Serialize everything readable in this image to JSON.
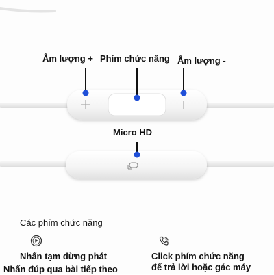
{
  "labels": {
    "vol_plus": "Âm lượng +",
    "function_key": "Phím chức năng",
    "vol_minus": "Âm lượng -",
    "micro": "Micro HD"
  },
  "features": {
    "title": "Các phím chức năng",
    "play_pause": "Nhấn tạm dừng phát",
    "next_track": "Nhấn đúp qua bài tiếp theo",
    "call_line1": "Click phím chức năng",
    "call_line2": "để trả lời hoặc gác máy"
  },
  "icons": {
    "play": "play-pause-icon",
    "phone": "phone-call-icon",
    "mic": "microphone-icon"
  },
  "colors": {
    "marker": "#1f4fd8",
    "cable": "#ececec",
    "remote": "#f7f7f7"
  }
}
